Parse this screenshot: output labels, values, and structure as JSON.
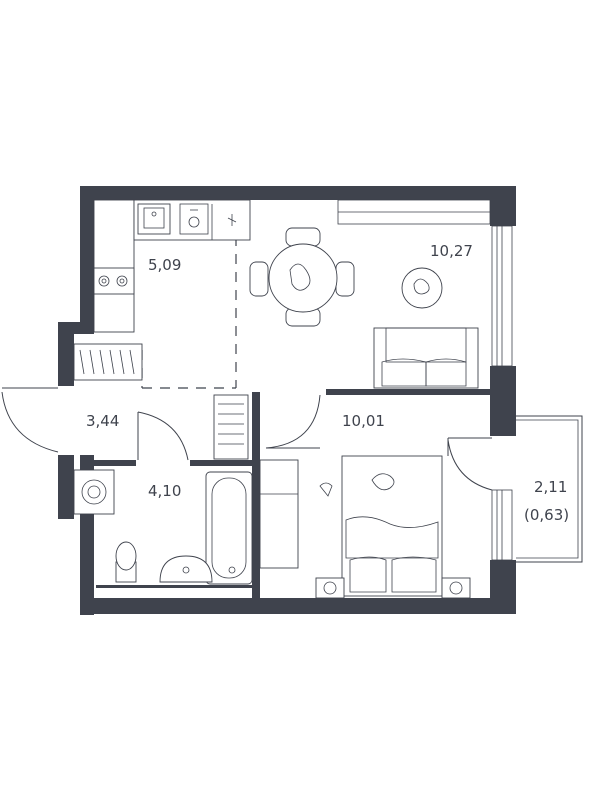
{
  "rooms": {
    "kitchen": {
      "area": "5,09"
    },
    "living": {
      "area": "10,27"
    },
    "hall": {
      "area": "3,44"
    },
    "bathroom": {
      "area": "4,10"
    },
    "bedroom": {
      "area": "10,01"
    },
    "balcony": {
      "area": "2,11",
      "reduced_area": "(0,63)"
    }
  },
  "colors": {
    "wall": "#3f434d",
    "background": "#ffffff"
  }
}
